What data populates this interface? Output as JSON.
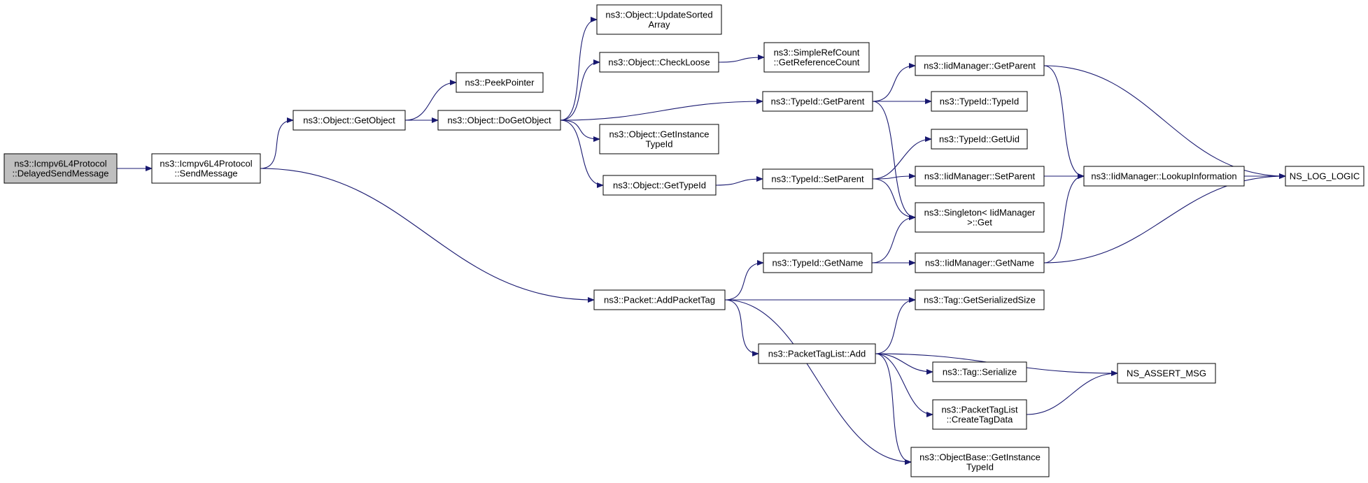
{
  "colors": {
    "edge": "#191970",
    "node_fill": "#ffffff",
    "root_fill": "#bfbfbf",
    "border": "#000000"
  },
  "graph": {
    "nodes": [
      {
        "id": "root",
        "lines": [
          "ns3::Icmpv6L4Protocol",
          "::DelayedSendMessage"
        ],
        "root": true
      },
      {
        "id": "sendmsg",
        "lines": [
          "ns3::Icmpv6L4Protocol",
          "::SendMessage"
        ]
      },
      {
        "id": "getobject",
        "lines": [
          "ns3::Object::GetObject"
        ]
      },
      {
        "id": "peekptr",
        "lines": [
          "ns3::PeekPointer"
        ]
      },
      {
        "id": "dogetobject",
        "lines": [
          "ns3::Object::DoGetObject"
        ]
      },
      {
        "id": "updsorted",
        "lines": [
          "ns3::Object::UpdateSorted",
          "Array"
        ]
      },
      {
        "id": "checkloose",
        "lines": [
          "ns3::Object::CheckLoose"
        ]
      },
      {
        "id": "getinsttypeid",
        "lines": [
          "ns3::Object::GetInstance",
          "TypeId"
        ]
      },
      {
        "id": "gettypeid",
        "lines": [
          "ns3::Object::GetTypeId"
        ]
      },
      {
        "id": "simpleref",
        "lines": [
          "ns3::SimpleRefCount",
          "::GetReferenceCount"
        ]
      },
      {
        "id": "tid_getparent",
        "lines": [
          "ns3::TypeId::GetParent"
        ]
      },
      {
        "id": "tid_setparent",
        "lines": [
          "ns3::TypeId::SetParent"
        ]
      },
      {
        "id": "tid_getname",
        "lines": [
          "ns3::TypeId::GetName"
        ]
      },
      {
        "id": "addpackettag",
        "lines": [
          "ns3::Packet::AddPacketTag"
        ]
      },
      {
        "id": "ptl_add",
        "lines": [
          "ns3::PacketTagList::Add"
        ]
      },
      {
        "id": "iid_getparent",
        "lines": [
          "ns3::IidManager::GetParent"
        ]
      },
      {
        "id": "tid_typeid",
        "lines": [
          "ns3::TypeId::TypeId"
        ]
      },
      {
        "id": "tid_getuid",
        "lines": [
          "ns3::TypeId::GetUid"
        ]
      },
      {
        "id": "iid_setparent",
        "lines": [
          "ns3::IidManager::SetParent"
        ]
      },
      {
        "id": "singleton",
        "lines": [
          "ns3::Singleton< IidManager",
          " >::Get"
        ]
      },
      {
        "id": "iid_getname",
        "lines": [
          "ns3::IidManager::GetName"
        ]
      },
      {
        "id": "tag_getsize",
        "lines": [
          "ns3::Tag::GetSerializedSize"
        ]
      },
      {
        "id": "tag_serialize",
        "lines": [
          "ns3::Tag::Serialize"
        ]
      },
      {
        "id": "ptl_create",
        "lines": [
          "ns3::PacketTagList",
          "::CreateTagData"
        ]
      },
      {
        "id": "objbase_getinst",
        "lines": [
          "ns3::ObjectBase::GetInstance",
          "TypeId"
        ]
      },
      {
        "id": "iid_lookup",
        "lines": [
          "ns3::IidManager::LookupInformation"
        ]
      },
      {
        "id": "ns_log",
        "lines": [
          "NS_LOG_LOGIC"
        ]
      },
      {
        "id": "ns_assert",
        "lines": [
          "NS_ASSERT_MSG"
        ]
      }
    ],
    "edges": [
      [
        "root",
        "sendmsg"
      ],
      [
        "sendmsg",
        "getobject"
      ],
      [
        "sendmsg",
        "addpackettag"
      ],
      [
        "getobject",
        "peekptr"
      ],
      [
        "getobject",
        "dogetobject"
      ],
      [
        "dogetobject",
        "updsorted"
      ],
      [
        "dogetobject",
        "checkloose"
      ],
      [
        "dogetobject",
        "getinsttypeid"
      ],
      [
        "dogetobject",
        "gettypeid"
      ],
      [
        "dogetobject",
        "tid_getparent"
      ],
      [
        "checkloose",
        "simpleref"
      ],
      [
        "gettypeid",
        "tid_setparent"
      ],
      [
        "tid_getparent",
        "iid_getparent"
      ],
      [
        "tid_getparent",
        "tid_typeid"
      ],
      [
        "tid_getparent",
        "singleton"
      ],
      [
        "tid_setparent",
        "tid_getuid"
      ],
      [
        "tid_setparent",
        "iid_setparent"
      ],
      [
        "tid_setparent",
        "singleton"
      ],
      [
        "tid_getname",
        "singleton"
      ],
      [
        "tid_getname",
        "iid_getname"
      ],
      [
        "addpackettag",
        "tid_getname"
      ],
      [
        "addpackettag",
        "tag_getsize"
      ],
      [
        "addpackettag",
        "ptl_add"
      ],
      [
        "addpackettag",
        "objbase_getinst"
      ],
      [
        "ptl_add",
        "tag_getsize"
      ],
      [
        "ptl_add",
        "tag_serialize"
      ],
      [
        "ptl_add",
        "ptl_create"
      ],
      [
        "ptl_add",
        "objbase_getinst"
      ],
      [
        "ptl_add",
        "ns_assert"
      ],
      [
        "iid_getparent",
        "iid_lookup"
      ],
      [
        "iid_getparent",
        "ns_log"
      ],
      [
        "iid_setparent",
        "iid_lookup"
      ],
      [
        "iid_getname",
        "iid_lookup"
      ],
      [
        "iid_getname",
        "ns_log"
      ],
      [
        "iid_lookup",
        "ns_log"
      ],
      [
        "ptl_create",
        "ns_assert"
      ]
    ]
  }
}
